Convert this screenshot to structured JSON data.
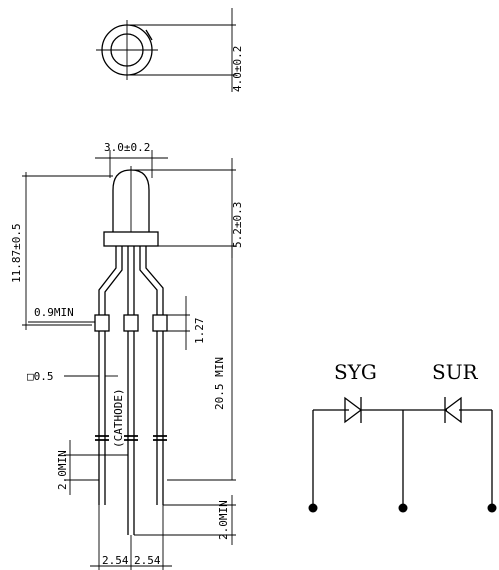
{
  "dimensions": {
    "top_diameter": "4.0±0.2",
    "body_diameter": "3.0±0.2",
    "lens_height": "5.2±0.3",
    "total_height": "11.87±0.5",
    "lead_width": "0.9MIN",
    "lead_pitch_offset": "1.27",
    "lead_square": "□0.5",
    "lead_length": "20.5 MIN",
    "cathode_label": "(CATHODE)",
    "lead_min_left": "2.0MIN",
    "lead_min_right": "2.0MIN",
    "pitch_left": "2.54",
    "pitch_right": "2.54"
  },
  "schematic": {
    "left_label": "SYG",
    "right_label": "SUR"
  }
}
